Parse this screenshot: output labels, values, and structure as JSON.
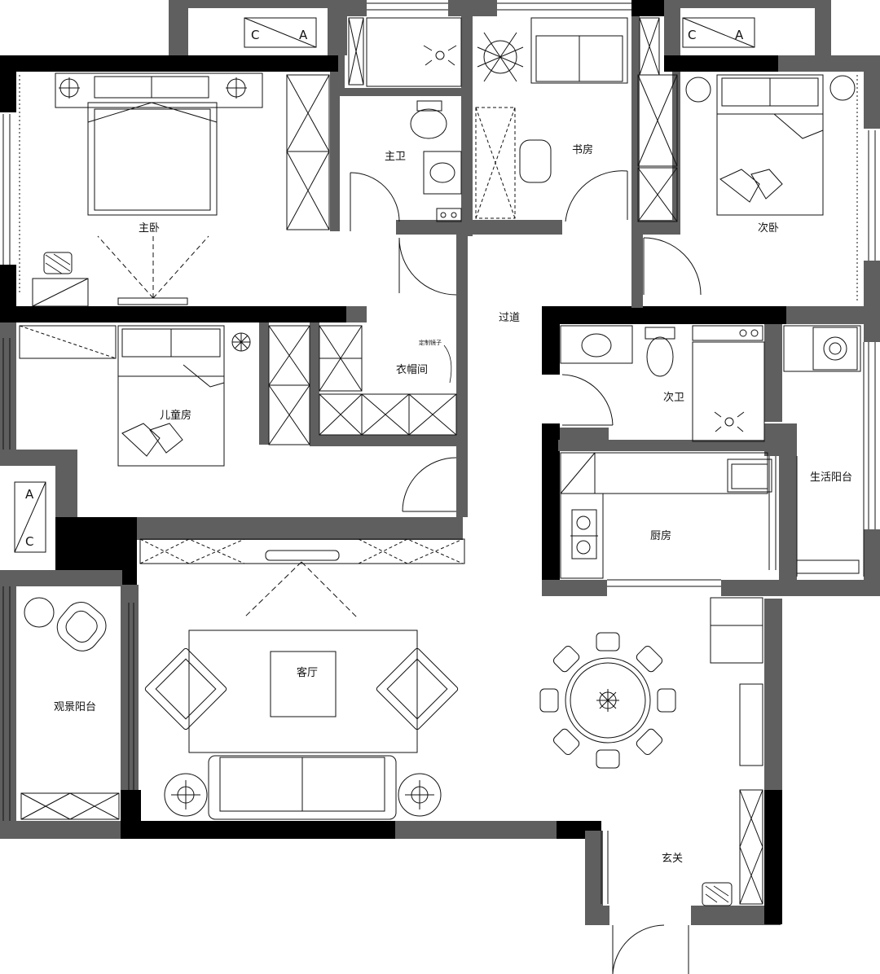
{
  "rooms": {
    "master_bedroom": "主卧",
    "master_bath": "主卫",
    "study": "书房",
    "second_bedroom": "次卧",
    "hallway": "过道",
    "kids_room": "儿童房",
    "cloakroom": "衣帽间",
    "custom_mirror": "定制镜子",
    "second_bath": "次卫",
    "utility_balcony": "生活阳台",
    "kitchen": "厨房",
    "living_room": "客厅",
    "view_balcony": "观景阳台",
    "entrance": "玄关"
  },
  "ac_units": [
    {
      "top": "C",
      "bottom": "A"
    },
    {
      "top": "C",
      "bottom": "A"
    },
    {
      "top": "A",
      "bottom": "C"
    }
  ],
  "colors": {
    "wall_dark": "#000000",
    "wall_grey": "#5f5f5f",
    "line": "#111111",
    "background": "#ffffff"
  }
}
